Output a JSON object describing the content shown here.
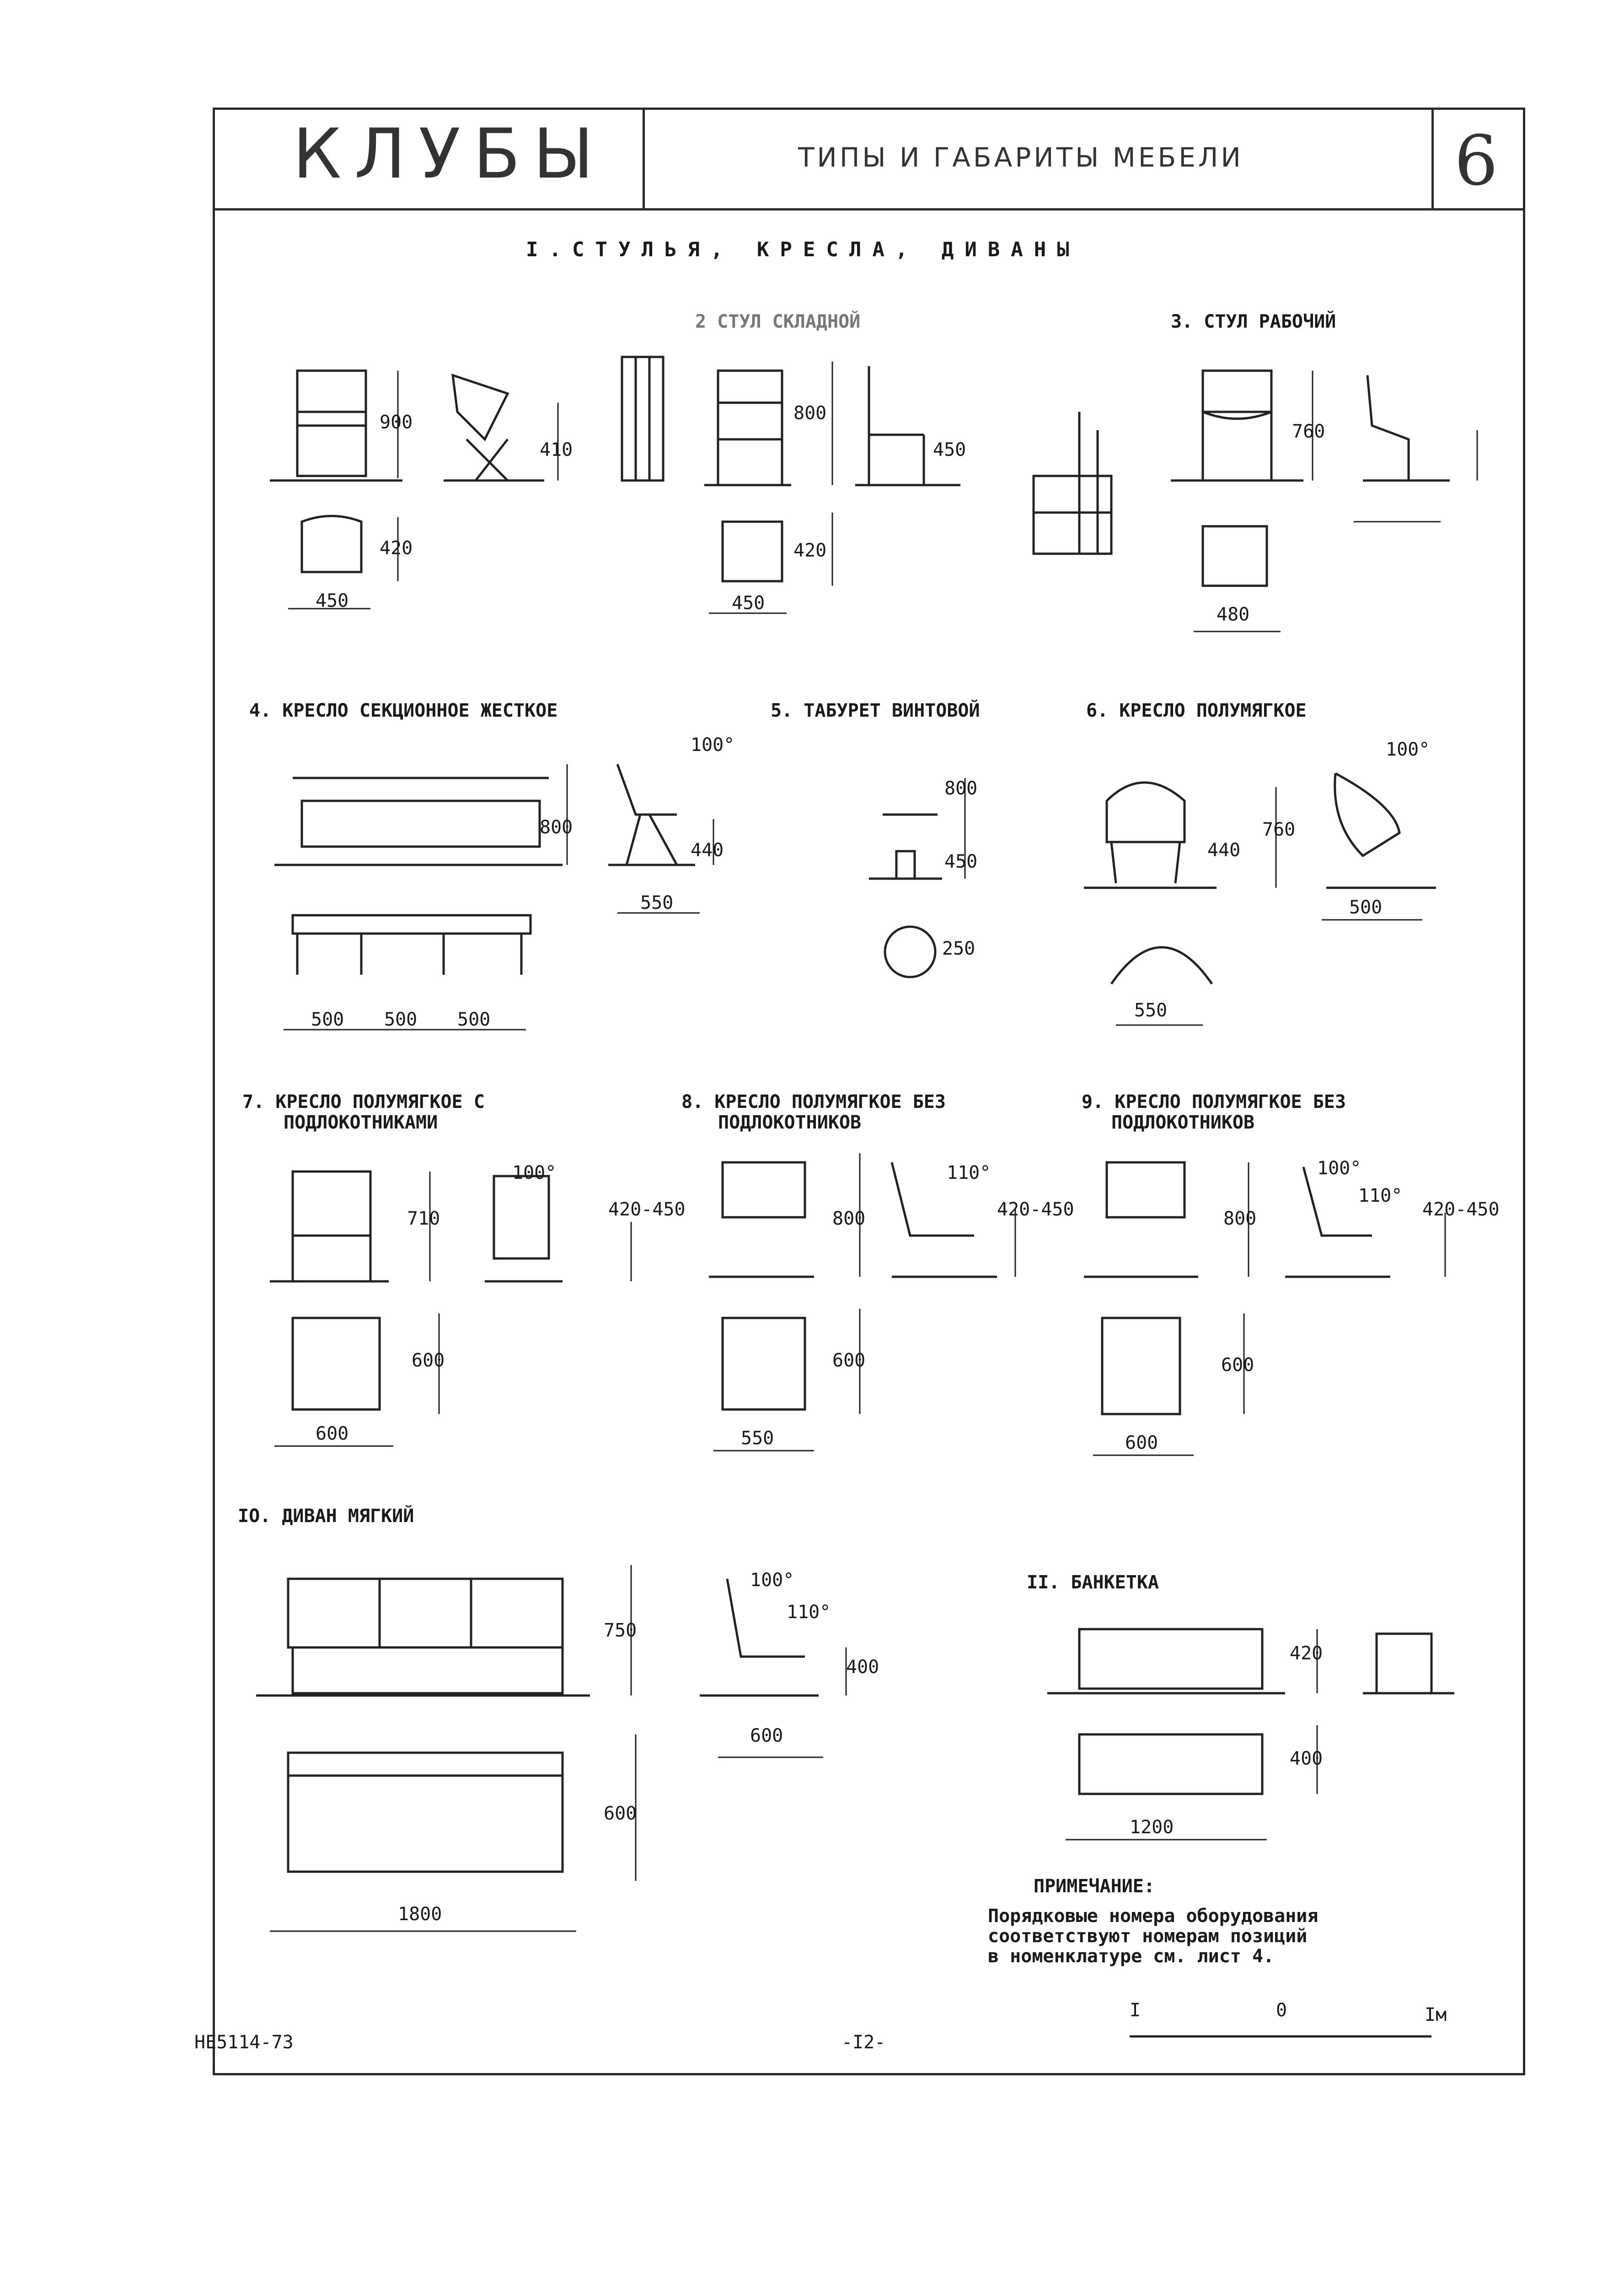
{
  "header": {
    "category": "КЛУБЫ",
    "subtitle": "ТИПЫ И ГАБАРИТЫ МЕБЕЛИ",
    "sheet": "6"
  },
  "section_title": "I.СТУЛЬЯ, КРЕСЛА, ДИВАНЫ",
  "items": {
    "i2": "2 СТУЛ СКЛАДНОЙ",
    "i3": "3. СТУЛ РАБОЧИЙ",
    "i4": "4. КРЕСЛО СЕКЦИОННОЕ ЖЕСТКОЕ",
    "i5": "5. ТАБУРЕТ ВИНТОВОЙ",
    "i6": "6. КРЕСЛО ПОЛУМЯГКОЕ",
    "i7a": "7. КРЕСЛО ПОЛУМЯГКОЕ С",
    "i7b": "ПОДЛОКОТНИКАМИ",
    "i8a": "8. КРЕСЛО ПОЛУМЯГКОЕ БЕЗ",
    "i8b": "ПОДЛОКОТНИКОВ",
    "i9a": "9. КРЕСЛО ПОЛУМЯГКОЕ БЕЗ",
    "i9b": "ПОДЛОКОТНИКОВ",
    "i10": "IO. ДИВАН МЯГКИЙ",
    "i11": "II. БАНКЕТКА"
  },
  "dims": {
    "d900": "900",
    "d450a": "450",
    "d420a": "420",
    "d410": "410",
    "d800a": "800",
    "d450b": "450",
    "d420b": "420",
    "d450c": "450",
    "d760a": "760",
    "d480": "480",
    "d800b": "800",
    "d440a": "440",
    "d550a": "550",
    "d500a": "500",
    "d500b": "500",
    "d500c": "500",
    "d100a": "100°",
    "d800c": "800",
    "d450d": "450",
    "d250": "250",
    "d100b": "100°",
    "d760b": "760",
    "d440b": "440",
    "d500d": "500",
    "d550b": "550",
    "d100c": "100°",
    "d710": "710",
    "d42045a": "420-450",
    "d600a": "600",
    "d600b": "600",
    "d110a": "110°",
    "d800d": "800",
    "d42045b": "420-450",
    "d600c": "600",
    "d550c": "550",
    "d100d": "100°",
    "d110b": "110°",
    "d800e": "800",
    "d42045c": "420-450",
    "d600d": "600",
    "d600e": "600",
    "d100e": "100°",
    "d110c": "110°",
    "d750": "750",
    "d400a": "400",
    "d600f": "600",
    "d600g": "600",
    "d1800": "1800",
    "d420c": "420",
    "d400b": "400",
    "d1200": "1200"
  },
  "note": {
    "title": "ПРИМЕЧАНИЕ:",
    "line1": "Порядковые номера оборудования",
    "line2": "соответствуют номерам позиций",
    "line3": "в номенклатуре см. лист 4."
  },
  "scale": {
    "left": "I",
    "mid": "0",
    "right": "Iм"
  },
  "footer": {
    "code": "НЕ5114-73",
    "page": "-I2-"
  }
}
